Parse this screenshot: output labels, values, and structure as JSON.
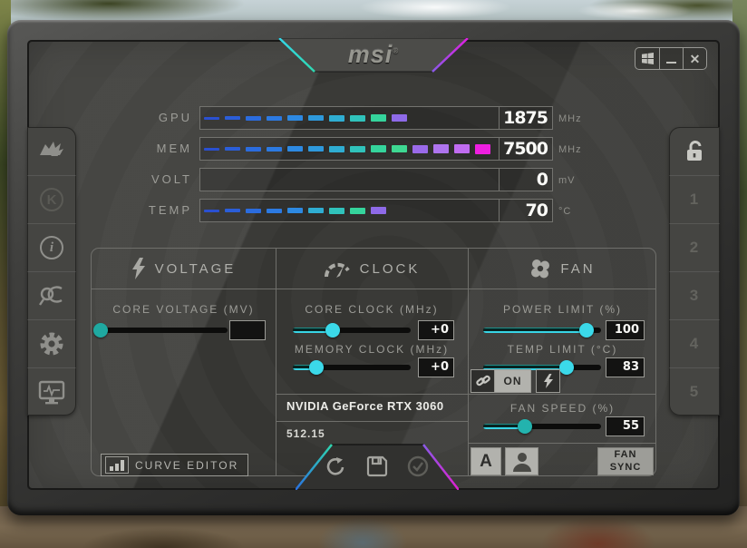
{
  "titlebar": {
    "logo": "msi",
    "logo_mark": "®",
    "close_glyph": "✕"
  },
  "monitor_rows": [
    {
      "label": "GPU",
      "value": "1875",
      "unit": "MHz",
      "segment_colors": [
        "#2a50d0",
        "#2b5ed8",
        "#2b6cde",
        "#2c7ae2",
        "#2d89e2",
        "#2e99dc",
        "#2fadd2",
        "#30c2bb",
        "#35d49c",
        "#8e6ae8"
      ]
    },
    {
      "label": "MEM",
      "value": "7500",
      "unit": "MHz",
      "segment_colors": [
        "#2a50d0",
        "#2b5ed8",
        "#2b6cde",
        "#2c7ae2",
        "#2d89e2",
        "#2e99dc",
        "#2fadd2",
        "#30c2bb",
        "#35d49c",
        "#3ed892",
        "#9a6ae9",
        "#ae74ee",
        "#c06cf0",
        "#ee1fe0"
      ]
    },
    {
      "label": "VOLT",
      "value": "0",
      "unit": "mV",
      "segment_colors": []
    },
    {
      "label": "TEMP",
      "value": "70",
      "unit": "°C",
      "segment_colors": [
        "#2a50d0",
        "#2b5ed8",
        "#2b6cde",
        "#2c7ae2",
        "#2d89e2",
        "#2fadd2",
        "#30c2bb",
        "#35d49c",
        "#8e6ae8"
      ]
    }
  ],
  "sections": {
    "voltage": {
      "title": "VOLTAGE",
      "core_voltage": {
        "label": "CORE VOLTAGE  (MV)",
        "value": "",
        "knob_pct": 0,
        "knob_color": "#1fa9a1"
      },
      "curve_editor": "CURVE EDITOR"
    },
    "clock": {
      "title": "CLOCK",
      "core_clock": {
        "label": "CORE CLOCK  (MHz)",
        "value": "+0",
        "knob_pct": 34,
        "knob_color": "#3bd9e9"
      },
      "memory_clock": {
        "label": "MEMORY CLOCK  (MHz)",
        "value": "+0",
        "knob_pct": 20,
        "knob_color": "#3bd9e9"
      },
      "gpu_name": "NVIDIA GeForce RTX 3060",
      "driver_version": "512.15"
    },
    "fan": {
      "title": "FAN",
      "power_limit": {
        "label": "POWER LIMIT  (%)",
        "value": "100",
        "knob_pct": 88,
        "knob_color": "#3bd9e9"
      },
      "temp_limit": {
        "label": "TEMP LIMIT  (°C)",
        "value": "83",
        "knob_pct": 71,
        "knob_color": "#3bd9e9"
      },
      "link_on": "ON",
      "fan_speed": {
        "label": "FAN SPEED  (%)",
        "value": "55",
        "knob_pct": 35,
        "knob_color": "#23b3ae"
      },
      "auto_label": "A",
      "fan_sync": "FAN SYNC"
    }
  },
  "right_rail": {
    "profiles": [
      "1",
      "2",
      "3",
      "4",
      "5"
    ]
  },
  "rail_glyphs": {
    "kombustor": "K",
    "info": "i",
    "oc_scanner": "C"
  },
  "colors": {
    "accent_cyan": "#3bd9e9",
    "accent_teal": "#1fa9a1",
    "magenta": "#ee1fe0",
    "purple": "#8e6ae8"
  }
}
